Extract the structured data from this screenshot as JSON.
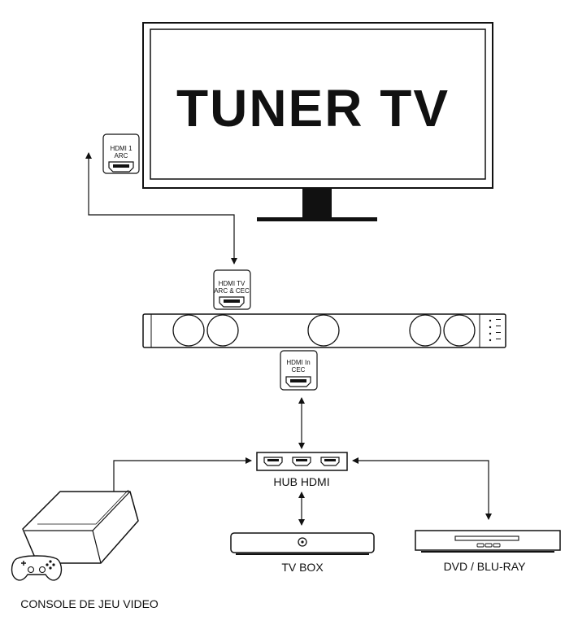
{
  "tv": {
    "screen_title": "TUNER TV"
  },
  "ports": {
    "tv_arc": {
      "line1": "HDMI 1",
      "line2": "ARC"
    },
    "soundbar_tv": {
      "line1": "HDMI TV",
      "line2": "ARC & CEC"
    },
    "soundbar_in": {
      "line1": "HDMI In",
      "line2": "CEC"
    }
  },
  "devices": {
    "hub": "HUB HDMI",
    "tv_box": "TV BOX",
    "dvd": "DVD / BLU-RAY",
    "console": "CONSOLE DE JEU VIDEO"
  },
  "colors": {
    "stroke": "#111111",
    "background": "#ffffff"
  }
}
